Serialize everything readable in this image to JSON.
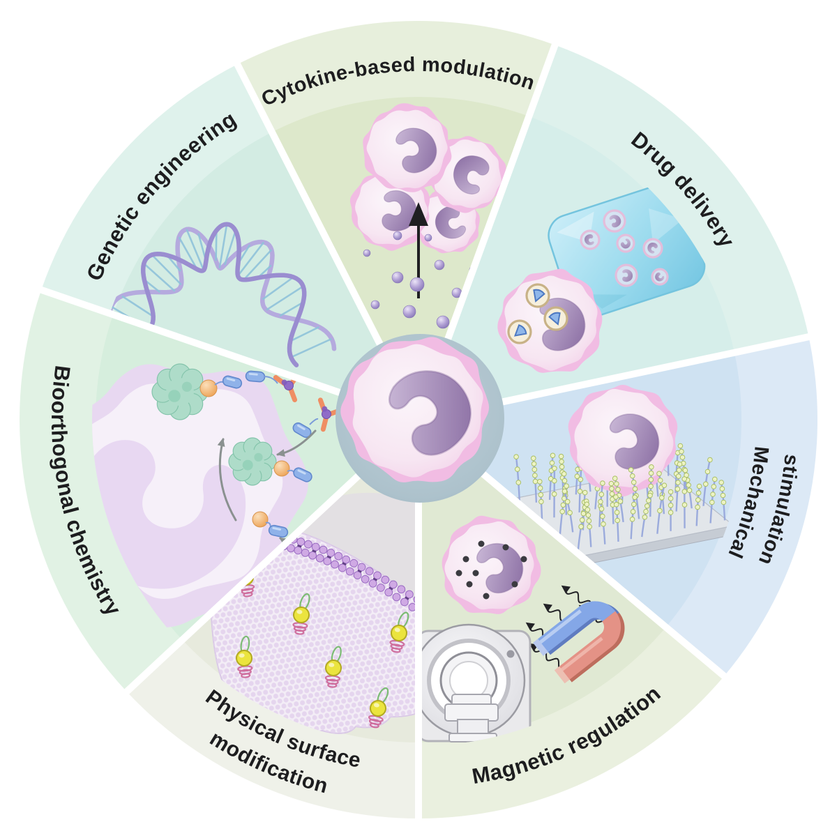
{
  "figure": {
    "background_color": "#ffffff",
    "divider_color": "#ffffff"
  },
  "center": {
    "illustration": "immune-cell-icon",
    "disc_color_inner": "#bfd0d9",
    "disc_color_outer": "#a4bac6"
  },
  "sectors": [
    {
      "id": "cytokine-based-modulation",
      "label": "Cytokine-based modulation",
      "band_color": "#e7efdc",
      "inner_color": "#dde8cb",
      "illustration": "cell-cluster-releasing-cytokines-icon"
    },
    {
      "id": "drug-delivery",
      "label": "Drug delivery",
      "band_color": "#def1ec",
      "inner_color": "#d6eeea",
      "illustration": "hydrogel-cube-and-drug-loaded-cell-icon"
    },
    {
      "id": "mechanical-stimulation",
      "label": "Mechanical stimulation",
      "label_lines": [
        "Mechanical",
        "stimulation"
      ],
      "band_color": "#dce9f6",
      "inner_color": "#cfe2f2",
      "illustration": "cell-on-micropillar-array-icon"
    },
    {
      "id": "magnetic-regulation",
      "label": "Magnetic regulation",
      "band_color": "#eaf0df",
      "inner_color": "#e0e9d3",
      "illustration": "magnet-mri-nanoparticle-cell-icon"
    },
    {
      "id": "physical-surface-modification",
      "label": "Physical surface modification",
      "label_lines": [
        "Physical surface",
        "modification"
      ],
      "band_color": "#eff1e9",
      "inner_color": "#e7eadd",
      "illustration": "cell-membrane-anchored-molecules-icon"
    },
    {
      "id": "bioorthogonal-chemistry",
      "label": "Bioorthogonal chemistry",
      "band_color": "#e1f2e4",
      "inner_color": "#d6eedd",
      "illustration": "click-chemistry-cell-labeling-icon"
    },
    {
      "id": "genetic-engineering",
      "label": "Genetic engineering",
      "band_color": "#dff2ec",
      "inner_color": "#d3ece3",
      "illustration": "dna-double-helix-icon"
    }
  ],
  "palette": {
    "label_text": "#1d1d1f",
    "cell_pink": "#f1bce3",
    "nucleus_purple": "#8e72a6",
    "cytokine_purple": "#9d8cc8",
    "hydrogel_cyan": "#8fd4ea",
    "dna_purple": "#9a8dd0",
    "dna_rung_blue": "#8fc3da",
    "pillar_blue": "#93a4da",
    "pillar_bead_green": "#edf3c4",
    "magnet_blue": "#84a7e7",
    "magnet_red": "#e49286",
    "anchor_yellow": "#ebe43e",
    "anchor_ring_pink": "#cf6f9e",
    "anchor_loop_green": "#7cbc74",
    "enzyme_teal": "#aedcc9",
    "linker_orange": "#f2b470",
    "capsule_blue": "#8fb2e9",
    "arrow_gray": "#8a9190",
    "arrow_black": "#222226"
  }
}
